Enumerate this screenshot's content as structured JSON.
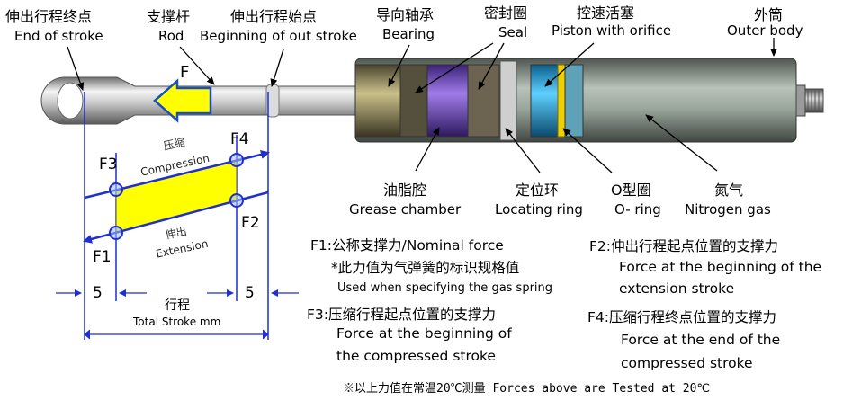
{
  "labels": {
    "end_of_stroke_zh": "伸出行程终点",
    "end_of_stroke_en": "End of stroke",
    "rod_zh": "支撑杆",
    "rod_en": "Rod",
    "beginning_out_stroke_zh": "伸出行程始点",
    "beginning_out_stroke_en": "Beginning of out stroke",
    "bearing_zh": "导向轴承",
    "bearing_en": "Bearing",
    "seal_zh": "密封圈",
    "seal_en": "Seal",
    "piston_zh": "控速活塞",
    "piston_en": "Piston with orifice",
    "outer_body_zh": "外筒",
    "outer_body_en": "Outer body",
    "grease_zh": "油脂腔",
    "grease_en": "Grease chamber",
    "locating_zh": "定位环",
    "locating_en": "Locating ring",
    "oring_zh": "O型圈",
    "oring_en": "O- ring",
    "nitrogen_zh": "氮气",
    "nitrogen_en": "Nitrogen gas",
    "force_arrow": "F"
  },
  "graph": {
    "f1": "F1",
    "f2": "F2",
    "f3": "F3",
    "f4": "F4",
    "compression_zh": "压缩",
    "compression_en": "Compression",
    "extension_zh": "伸出",
    "extension_en": "Extension",
    "dim_left": "5",
    "dim_right": "5",
    "stroke_zh": "行程",
    "stroke_en": "Total Stroke mm"
  },
  "notes": {
    "f1_line": "F1:公称支撑力/Nominal force",
    "f1_sub_zh": "*此力值为气弹簧的标识规格值",
    "f1_sub_en": "Used when specifying the gas spring",
    "f3_line": "F3:压缩行程起点位置的支撑力",
    "f3_en1": "Force at the beginning of",
    "f3_en2": "the compressed stroke",
    "f2_line": "F2:伸出行程起点位置的支撑力",
    "f2_en1": "Force at the beginning of the",
    "f2_en2": "extension stroke",
    "f4_line": "F4:压缩行程终点位置的支撑力",
    "f4_en1": "Force at the end of the",
    "f4_en2": "compressed stroke",
    "footer": "※以上力值在常温20℃测量 Forces above are Tested at 20℃"
  },
  "colors": {
    "accent_blue": "#1f2fd0",
    "graph_fill": "#ffff00",
    "force_arrow_fill": "#ffff00",
    "force_arrow_stroke": "#1a4fbf",
    "grease_purple": "#7b4fd8",
    "piston_blue": "#1aa8e0",
    "oring_yellow": "#f1d000",
    "body_grey": "#8e9a90"
  }
}
